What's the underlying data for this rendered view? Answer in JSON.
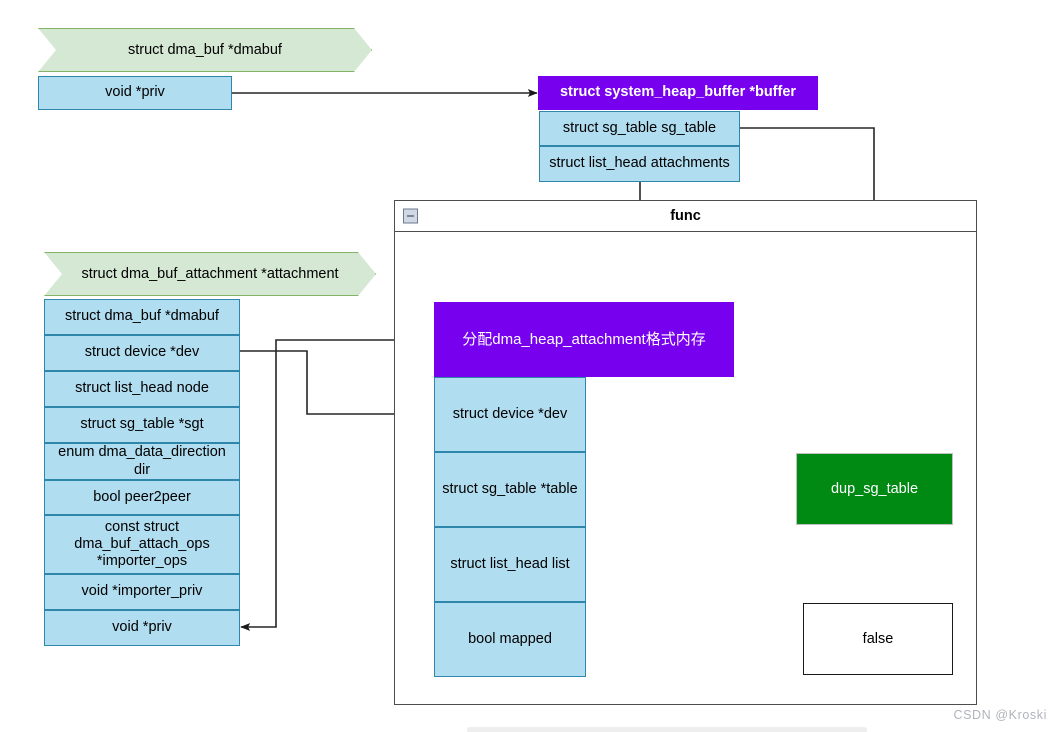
{
  "diagram": {
    "title": "dma_buf attachment structure diagram",
    "colors": {
      "purple": "#7700ee",
      "light_blue": "#b1ddf0",
      "blue_border": "#2e86ab",
      "light_green": "#d5e8d4",
      "green_border": "#82b366",
      "action_green": "#008a13",
      "frame_gray": "#4d4d4d",
      "wire": "#262626"
    },
    "dma_buf_group": {
      "header": "struct dma_buf *dmabuf",
      "fields": [
        {
          "label": "void *priv"
        }
      ]
    },
    "system_heap_buffer_group": {
      "header": "struct system_heap_buffer *buffer",
      "fields": [
        {
          "label": "struct sg_table sg_table"
        },
        {
          "label": "struct list_head attachments"
        }
      ]
    },
    "attachment_group": {
      "header": "struct dma_buf_attachment *attachment",
      "fields": [
        {
          "label": "struct dma_buf *dmabuf"
        },
        {
          "label": "struct device *dev"
        },
        {
          "label": "struct list_head node"
        },
        {
          "label": "struct sg_table *sgt"
        },
        {
          "label": "enum dma_data_direction dir"
        },
        {
          "label": "bool peer2peer"
        },
        {
          "label": "const struct dma_buf_attach_ops *importer_ops"
        },
        {
          "label": "void *importer_priv"
        },
        {
          "label": "void *priv"
        }
      ]
    },
    "func_container": {
      "title": "func",
      "collapse_icon": "minus-icon"
    },
    "heap_attachment_group": {
      "header": "分配dma_heap_attachment格式内存",
      "fields": [
        {
          "label": "struct device *dev"
        },
        {
          "label": "struct sg_table *table"
        },
        {
          "label": "struct list_head list"
        },
        {
          "label": "bool mapped"
        }
      ]
    },
    "dup_sg_table_node": {
      "label": "dup_sg_table"
    },
    "false_node": {
      "label": "false"
    },
    "watermark": {
      "text": "CSDN @Kroski"
    }
  }
}
